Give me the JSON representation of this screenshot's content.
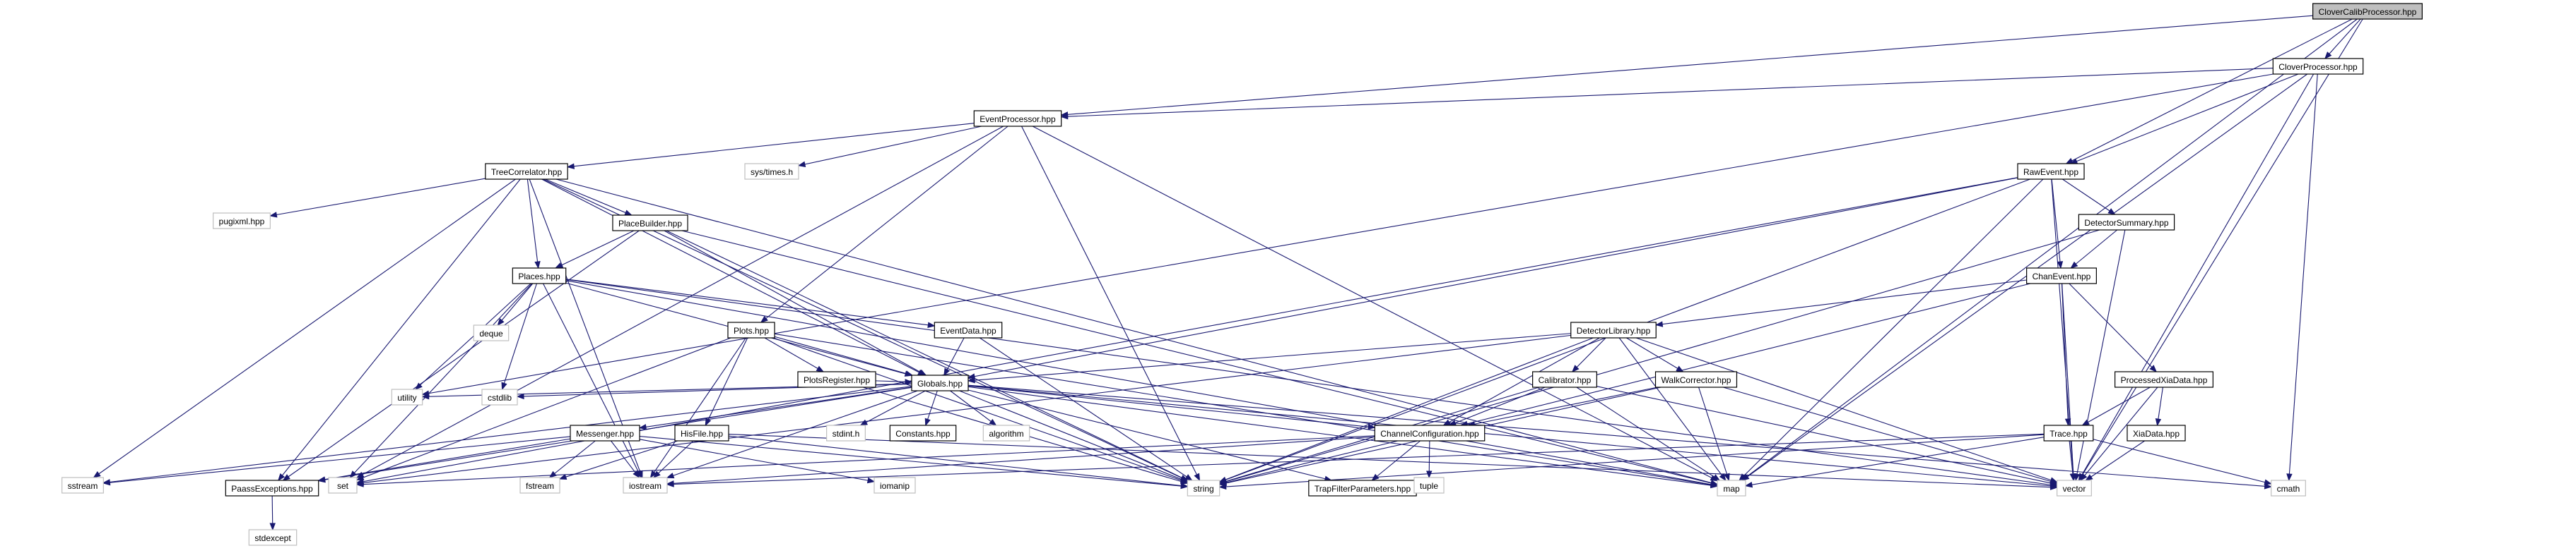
{
  "graph": {
    "title": "CloverCalibProcessor.hpp include dependency graph",
    "edge_color": "#191970",
    "root_fill": "#bfbfbf",
    "system_border": "#bfbfbf",
    "nodes": [
      {
        "id": "root",
        "label": "CloverCalibProcessor.hpp",
        "kind": "root"
      },
      {
        "id": "clover",
        "label": "CloverProcessor.hpp",
        "kind": "proj"
      },
      {
        "id": "eventproc",
        "label": "EventProcessor.hpp",
        "kind": "proj"
      },
      {
        "id": "rawevent",
        "label": "RawEvent.hpp",
        "kind": "proj"
      },
      {
        "id": "treecorr",
        "label": "TreeCorrelator.hpp",
        "kind": "proj"
      },
      {
        "id": "systimes",
        "label": "sys/times.h",
        "kind": "sys"
      },
      {
        "id": "pugixml",
        "label": "pugixml.hpp",
        "kind": "sys"
      },
      {
        "id": "placebuilder",
        "label": "PlaceBuilder.hpp",
        "kind": "proj"
      },
      {
        "id": "places",
        "label": "Places.hpp",
        "kind": "proj"
      },
      {
        "id": "detsummary",
        "label": "DetectorSummary.hpp",
        "kind": "proj"
      },
      {
        "id": "chanevent",
        "label": "ChanEvent.hpp",
        "kind": "proj"
      },
      {
        "id": "deque",
        "label": "deque",
        "kind": "sys"
      },
      {
        "id": "eventdata",
        "label": "EventData.hpp",
        "kind": "proj"
      },
      {
        "id": "plots",
        "label": "Plots.hpp",
        "kind": "proj"
      },
      {
        "id": "detlib",
        "label": "DetectorLibrary.hpp",
        "kind": "proj"
      },
      {
        "id": "plotsreg",
        "label": "PlotsRegister.hpp",
        "kind": "proj"
      },
      {
        "id": "globals",
        "label": "Globals.hpp",
        "kind": "proj"
      },
      {
        "id": "calibrator",
        "label": "Calibrator.hpp",
        "kind": "proj"
      },
      {
        "id": "walkcorr",
        "label": "WalkCorrector.hpp",
        "kind": "proj"
      },
      {
        "id": "procxia",
        "label": "ProcessedXiaData.hpp",
        "kind": "proj"
      },
      {
        "id": "utility",
        "label": "utility",
        "kind": "sys"
      },
      {
        "id": "cstdlib",
        "label": "cstdlib",
        "kind": "sys"
      },
      {
        "id": "messenger",
        "label": "Messenger.hpp",
        "kind": "proj"
      },
      {
        "id": "hisfile",
        "label": "HisFile.hpp",
        "kind": "proj"
      },
      {
        "id": "stdint",
        "label": "stdint.h",
        "kind": "sys"
      },
      {
        "id": "constants",
        "label": "Constants.hpp",
        "kind": "proj"
      },
      {
        "id": "algorithm",
        "label": "algorithm",
        "kind": "sys"
      },
      {
        "id": "chanconfig",
        "label": "ChannelConfiguration.hpp",
        "kind": "proj"
      },
      {
        "id": "trace",
        "label": "Trace.hpp",
        "kind": "proj"
      },
      {
        "id": "xiadata",
        "label": "XiaData.hpp",
        "kind": "proj"
      },
      {
        "id": "sstream",
        "label": "sstream",
        "kind": "sys"
      },
      {
        "id": "paassexc",
        "label": "PaassExceptions.hpp",
        "kind": "proj"
      },
      {
        "id": "set",
        "label": "set",
        "kind": "sys"
      },
      {
        "id": "fstream",
        "label": "fstream",
        "kind": "sys"
      },
      {
        "id": "iostream",
        "label": "iostream",
        "kind": "sys"
      },
      {
        "id": "iomanip",
        "label": "iomanip",
        "kind": "sys"
      },
      {
        "id": "string",
        "label": "string",
        "kind": "sys"
      },
      {
        "id": "trapfilter",
        "label": "TrapFilterParameters.hpp",
        "kind": "proj"
      },
      {
        "id": "tuple",
        "label": "tuple",
        "kind": "sys"
      },
      {
        "id": "map",
        "label": "map",
        "kind": "sys"
      },
      {
        "id": "vector",
        "label": "vector",
        "kind": "sys"
      },
      {
        "id": "cmath",
        "label": "cmath",
        "kind": "sys"
      },
      {
        "id": "stdexcept",
        "label": "stdexcept",
        "kind": "sys"
      }
    ],
    "edges": [
      [
        "root",
        "clover"
      ],
      [
        "root",
        "eventproc"
      ],
      [
        "root",
        "rawevent"
      ],
      [
        "root",
        "map"
      ],
      [
        "root",
        "vector"
      ],
      [
        "clover",
        "eventproc"
      ],
      [
        "clover",
        "rawevent"
      ],
      [
        "clover",
        "utility"
      ],
      [
        "clover",
        "map"
      ],
      [
        "clover",
        "vector"
      ],
      [
        "clover",
        "cmath"
      ],
      [
        "eventproc",
        "treecorr"
      ],
      [
        "eventproc",
        "systimes"
      ],
      [
        "eventproc",
        "plots"
      ],
      [
        "eventproc",
        "set"
      ],
      [
        "eventproc",
        "string"
      ],
      [
        "eventproc",
        "map"
      ],
      [
        "treecorr",
        "pugixml"
      ],
      [
        "treecorr",
        "placebuilder"
      ],
      [
        "treecorr",
        "places"
      ],
      [
        "treecorr",
        "globals"
      ],
      [
        "treecorr",
        "paassexc"
      ],
      [
        "treecorr",
        "sstream"
      ],
      [
        "treecorr",
        "iostream"
      ],
      [
        "treecorr",
        "string"
      ],
      [
        "treecorr",
        "map"
      ],
      [
        "placebuilder",
        "places"
      ],
      [
        "placebuilder",
        "globals"
      ],
      [
        "placebuilder",
        "paassexc"
      ],
      [
        "placebuilder",
        "string"
      ],
      [
        "placebuilder",
        "map"
      ],
      [
        "places",
        "deque"
      ],
      [
        "places",
        "eventdata"
      ],
      [
        "places",
        "globals"
      ],
      [
        "places",
        "utility"
      ],
      [
        "places",
        "cstdlib"
      ],
      [
        "places",
        "set"
      ],
      [
        "places",
        "iostream"
      ],
      [
        "places",
        "vector"
      ],
      [
        "places",
        "map"
      ],
      [
        "eventdata",
        "globals"
      ],
      [
        "eventdata",
        "string"
      ],
      [
        "plots",
        "plotsreg"
      ],
      [
        "plots",
        "globals"
      ],
      [
        "plots",
        "hisfile"
      ],
      [
        "plots",
        "set"
      ],
      [
        "plots",
        "iostream"
      ],
      [
        "plots",
        "string"
      ],
      [
        "plots",
        "map"
      ],
      [
        "plotsreg",
        "globals"
      ],
      [
        "plotsreg",
        "string"
      ],
      [
        "rawevent",
        "detsummary"
      ],
      [
        "rawevent",
        "chanevent"
      ],
      [
        "rawevent",
        "globals"
      ],
      [
        "rawevent",
        "set"
      ],
      [
        "rawevent",
        "string"
      ],
      [
        "rawevent",
        "map"
      ],
      [
        "rawevent",
        "vector"
      ],
      [
        "detsummary",
        "chanevent"
      ],
      [
        "detsummary",
        "string"
      ],
      [
        "detsummary",
        "vector"
      ],
      [
        "chanevent",
        "detlib"
      ],
      [
        "chanevent",
        "chanconfig"
      ],
      [
        "chanevent",
        "trace"
      ],
      [
        "chanevent",
        "procxia"
      ],
      [
        "chanevent",
        "vector"
      ],
      [
        "detlib",
        "calibrator"
      ],
      [
        "detlib",
        "walkcorr"
      ],
      [
        "detlib",
        "chanconfig"
      ],
      [
        "detlib",
        "globals"
      ],
      [
        "detlib",
        "map"
      ],
      [
        "detlib",
        "vector"
      ],
      [
        "detlib",
        "string"
      ],
      [
        "detlib",
        "set"
      ],
      [
        "calibrator",
        "chanconfig"
      ],
      [
        "calibrator",
        "map"
      ],
      [
        "calibrator",
        "vector"
      ],
      [
        "calibrator",
        "string"
      ],
      [
        "walkcorr",
        "chanconfig"
      ],
      [
        "walkcorr",
        "map"
      ],
      [
        "walkcorr",
        "vector"
      ],
      [
        "walkcorr",
        "string"
      ],
      [
        "procxia",
        "trace"
      ],
      [
        "procxia",
        "xiadata"
      ],
      [
        "procxia",
        "vector"
      ],
      [
        "trace",
        "map"
      ],
      [
        "trace",
        "vector"
      ],
      [
        "trace",
        "cmath"
      ],
      [
        "trace",
        "string"
      ],
      [
        "trace",
        "iostream"
      ],
      [
        "xiadata",
        "vector"
      ],
      [
        "globals",
        "utility"
      ],
      [
        "globals",
        "cstdlib"
      ],
      [
        "globals",
        "messenger"
      ],
      [
        "globals",
        "stdint"
      ],
      [
        "globals",
        "constants"
      ],
      [
        "globals",
        "algorithm"
      ],
      [
        "globals",
        "chanconfig"
      ],
      [
        "globals",
        "trapfilter"
      ],
      [
        "globals",
        "paassexc"
      ],
      [
        "globals",
        "sstream"
      ],
      [
        "globals",
        "iostream"
      ],
      [
        "globals",
        "string"
      ],
      [
        "globals",
        "map"
      ],
      [
        "globals",
        "vector"
      ],
      [
        "globals",
        "cmath"
      ],
      [
        "messenger",
        "paassexc"
      ],
      [
        "messenger",
        "sstream"
      ],
      [
        "messenger",
        "fstream"
      ],
      [
        "messenger",
        "iostream"
      ],
      [
        "messenger",
        "iomanip"
      ],
      [
        "messenger",
        "string"
      ],
      [
        "hisfile",
        "fstream"
      ],
      [
        "hisfile",
        "iostream"
      ],
      [
        "hisfile",
        "string"
      ],
      [
        "hisfile",
        "vector"
      ],
      [
        "chanconfig",
        "trapfilter"
      ],
      [
        "chanconfig",
        "tuple"
      ],
      [
        "chanconfig",
        "string"
      ],
      [
        "chanconfig",
        "set"
      ],
      [
        "chanconfig",
        "iostream"
      ],
      [
        "paassexc",
        "stdexcept"
      ]
    ]
  }
}
